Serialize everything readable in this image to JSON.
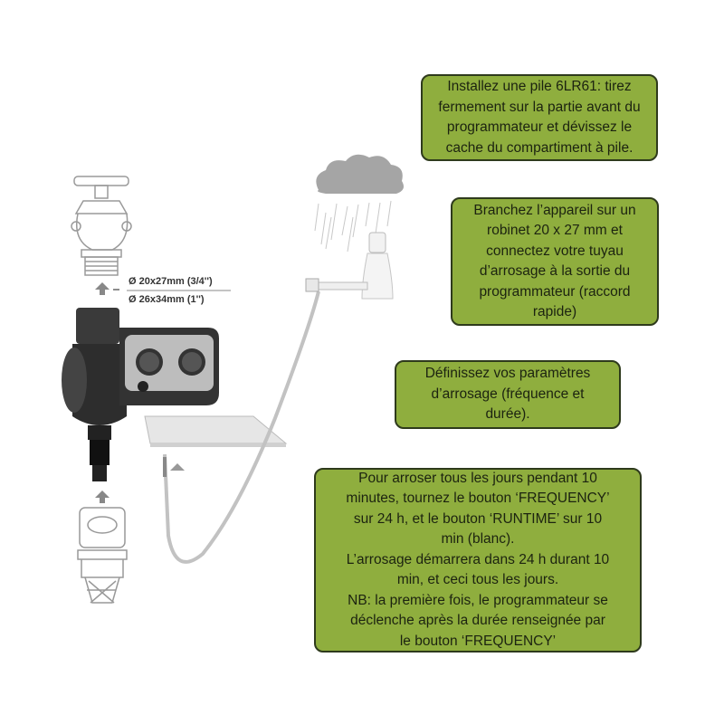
{
  "instructions": [
    {
      "id": "battery",
      "text": "Installez une pile 6LR61: tirez\nfermement sur la partie avant du\nprogrammateur et dévissez le\ncache du compartiment à pile."
    },
    {
      "id": "connect",
      "text": "Branchez l’appareil sur un\nrobinet 20 x 27 mm et\nconnectez votre tuyau\nd’arrosage à la sortie du\nprogrammateur (raccord\nrapide)"
    },
    {
      "id": "settings",
      "text": "Définissez vos paramètres\nd’arrosage (fréquence et\ndurée)."
    },
    {
      "id": "example",
      "text": "Pour arroser tous les jours pendant 10\nminutes, tournez le bouton ‘FREQUENCY’\nsur 24 h, et le bouton ‘RUNTIME’ sur 10\nmin (blanc).\nL’arrosage démarrera dans 24 h durant 10\nmin, et ceci tous les jours.\nNB: la première fois, le programmateur se\ndéclenche après la durée renseignée par\nle bouton ‘FREQUENCY’"
    }
  ],
  "diagram": {
    "thread_size_1": "Ø 20x27mm (3/4'')",
    "thread_size_2": "Ø 26x34mm (1'')",
    "icons": [
      "faucet-icon",
      "water-timer-icon",
      "rain-cloud-icon",
      "rain-sensor-icon",
      "hose-connector-icon",
      "sensor-cable-icon"
    ]
  },
  "colors": {
    "box_fill": "#8fae3e",
    "box_border": "#2e3a1c",
    "text": "#1c2310"
  }
}
